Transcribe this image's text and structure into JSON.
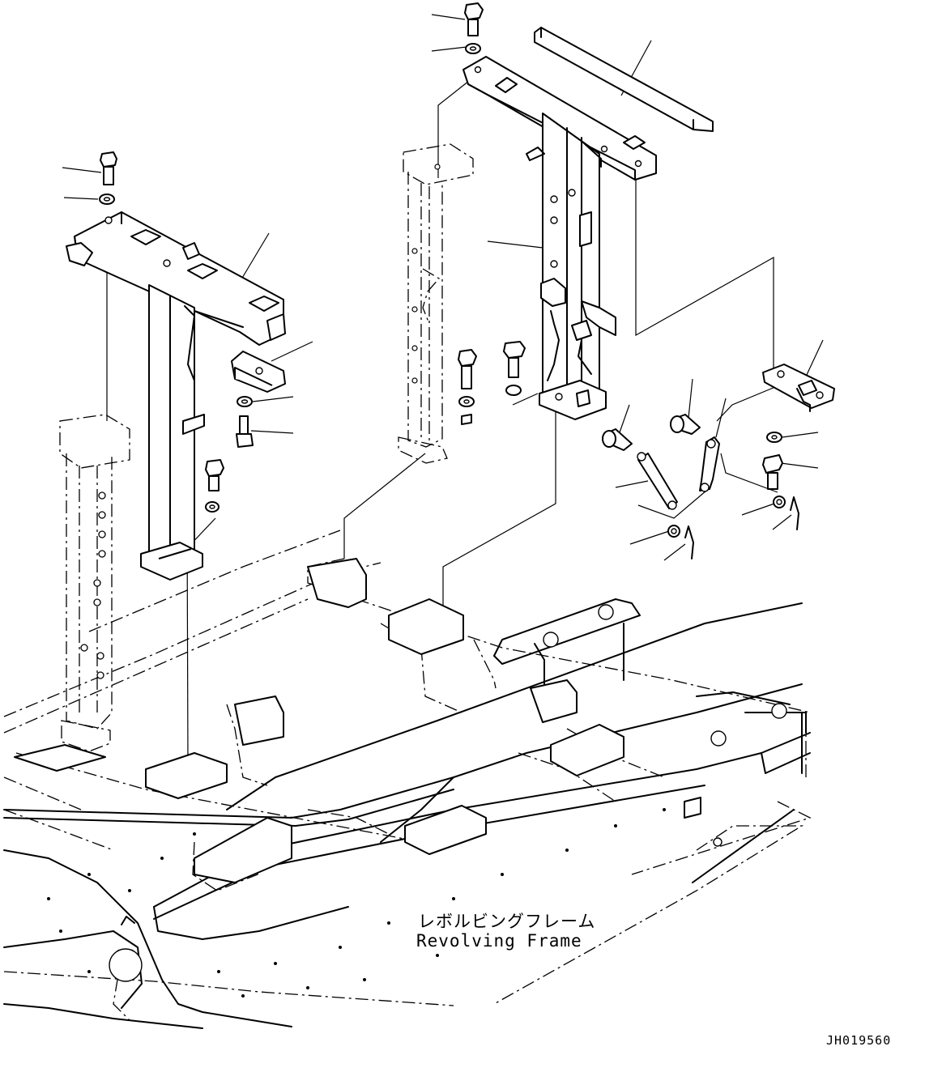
{
  "labels": {
    "frame_jp": "レボルビングフレーム",
    "frame_en": "Revolving Frame",
    "drawing_id": "JH019560"
  },
  "colors": {
    "line": "#000000",
    "background": "#ffffff"
  }
}
